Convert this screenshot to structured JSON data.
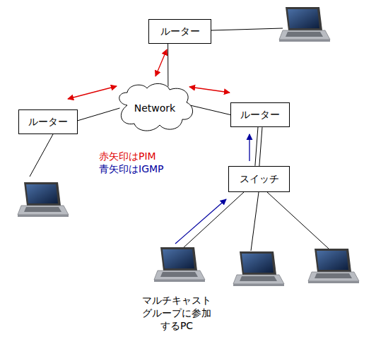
{
  "diagram": {
    "nodes": [
      {
        "text": [
          "ルーター"
        ]
      },
      {
        "text": [
          "ルーター"
        ]
      },
      {
        "text": [
          "Network"
        ]
      },
      {
        "text": [
          "ルーター"
        ]
      },
      {
        "text": [
          "スイッチ"
        ]
      }
    ],
    "edges": [
      {
        "from": 0,
        "to": 2,
        "arrow": "none"
      },
      {
        "from": 1,
        "to": 2,
        "arrow": "none"
      },
      {
        "from": 2,
        "to": 3,
        "arrow": "none"
      },
      {
        "from": 4,
        "to": 3,
        "arrow": "none"
      }
    ],
    "labels": [
      "赤矢印はPIM",
      "青矢印はIGMP",
      "マルチキャスト グループに参加 するPC"
    ]
  }
}
